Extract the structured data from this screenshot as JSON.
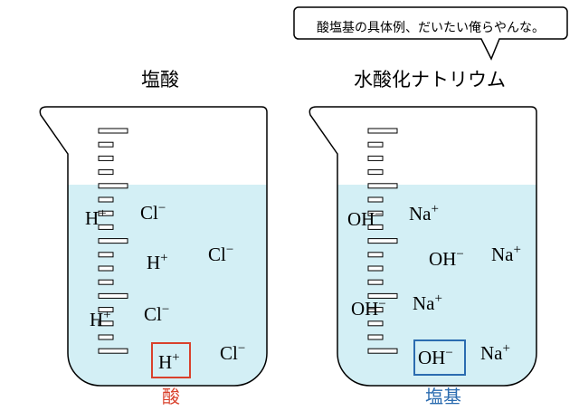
{
  "speech_bubble": {
    "text": "酸塩基の具体例、だいたい俺らやんな。"
  },
  "beakers": [
    {
      "title": "塩酸",
      "ions": [
        {
          "base": "H",
          "sup": "+"
        },
        {
          "base": "Cl",
          "sup": "−"
        },
        {
          "base": "H",
          "sup": "+"
        },
        {
          "base": "Cl",
          "sup": "−"
        },
        {
          "base": "H",
          "sup": "+"
        },
        {
          "base": "Cl",
          "sup": "−"
        },
        {
          "base": "H",
          "sup": "+"
        },
        {
          "base": "Cl",
          "sup": "−"
        }
      ],
      "highlight_label": "酸",
      "highlight_color": "#d9412c"
    },
    {
      "title": "水酸化ナトリウム",
      "ions": [
        {
          "base": "OH",
          "sup": "−"
        },
        {
          "base": "Na",
          "sup": "+"
        },
        {
          "base": "OH",
          "sup": "−"
        },
        {
          "base": "Na",
          "sup": "+"
        },
        {
          "base": "OH",
          "sup": "−"
        },
        {
          "base": "Na",
          "sup": "+"
        },
        {
          "base": "OH",
          "sup": "−"
        },
        {
          "base": "Na",
          "sup": "+"
        }
      ],
      "highlight_label": "塩基",
      "highlight_color": "#2b6cb0"
    }
  ],
  "colors": {
    "water": "#d3eff5",
    "outline": "#000000"
  }
}
